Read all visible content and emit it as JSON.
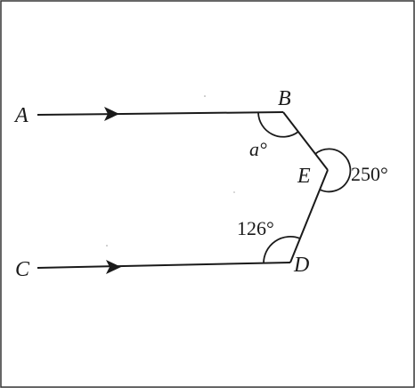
{
  "diagram": {
    "points": {
      "A": "A",
      "B": "B",
      "C": "C",
      "D": "D",
      "E": "E"
    },
    "angles": {
      "at_B": "a°",
      "at_E": "250°",
      "at_D": "126°"
    },
    "stroke_color": "#1a1a1a",
    "frame_color": "#333333"
  }
}
